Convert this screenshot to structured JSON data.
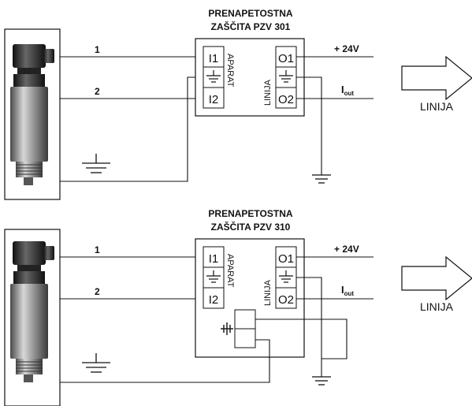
{
  "circuit_top": {
    "title_line1": "PRENAPETOSTNA",
    "title_line2": "ZAŠČITA PZV 301",
    "wire_1_label": "1",
    "wire_2_label": "2",
    "terminal_i1": "I1",
    "terminal_i2": "I2",
    "terminal_o1": "O1",
    "terminal_o2": "O2",
    "aparat_label": "APARAT",
    "linija_label": "LINIJA",
    "supply_label": "+ 24V",
    "iout_label": "I",
    "iout_sub": "out",
    "arrow_label": "LINIJA"
  },
  "circuit_bottom": {
    "title_line1": "PRENAPETOSTNA",
    "title_line2": "ZAŠČITA PZV 310",
    "wire_1_label": "1",
    "wire_2_label": "2",
    "terminal_i1": "I1",
    "terminal_i2": "I2",
    "terminal_o1": "O1",
    "terminal_o2": "O2",
    "aparat_label": "APARAT",
    "linija_label": "LINIJA",
    "supply_label": "+ 24V",
    "iout_label": "I",
    "iout_sub": "out",
    "arrow_label": "LINIJA"
  }
}
